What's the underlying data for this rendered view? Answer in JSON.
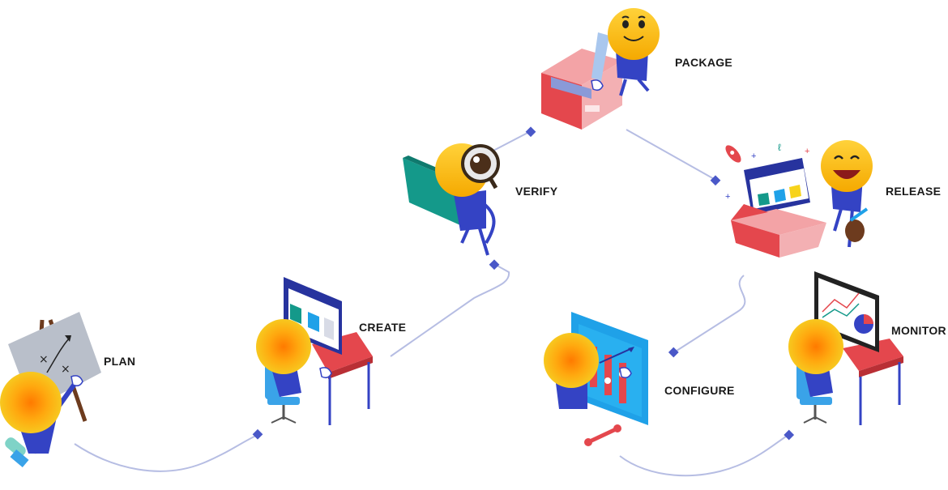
{
  "stages": {
    "plan": "PLAN",
    "create": "CREATE",
    "verify": "VERIFY",
    "package": "PACKAGE",
    "release": "RELEASE",
    "configure": "CONFIGURE",
    "monitor": "MONITOR"
  },
  "colors": {
    "connector": "#b6bde3",
    "connector_node": "#4a58c8",
    "face": "#f7c21a",
    "face_glow": "#ff8a00",
    "body": "#3443c4",
    "box_red": "#e4474d",
    "box_pink": "#f3a3a6",
    "screen_dark": "#27339e",
    "teal": "#14998a",
    "sky": "#1fa1e8",
    "desk_red": "#e4474d",
    "chair_blue": "#3aa3e8"
  }
}
